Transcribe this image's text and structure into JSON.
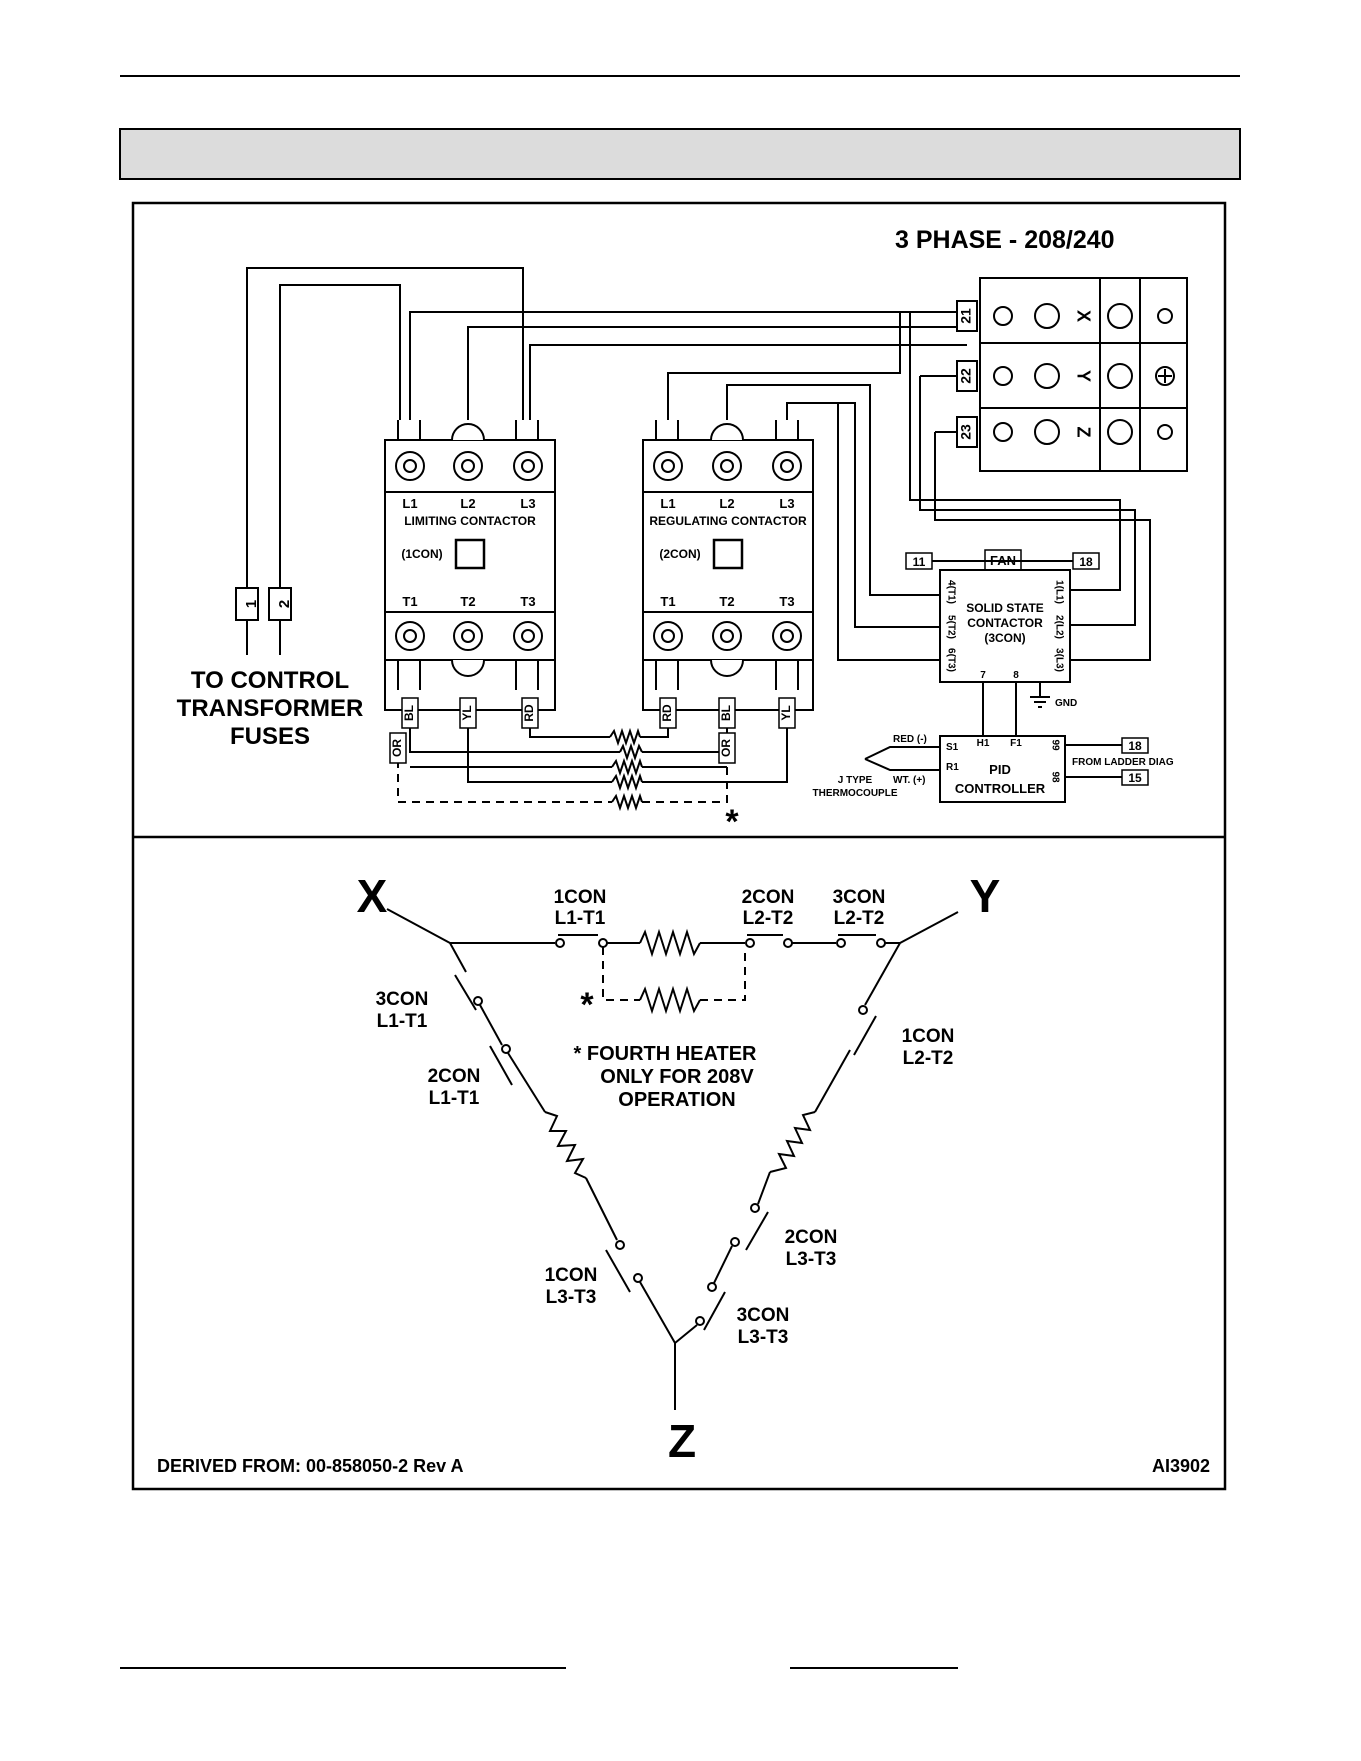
{
  "header_band": {
    "fill": "#dcdcdc"
  },
  "top_diagram": {
    "title": "3 PHASE - 208/240",
    "left_note": [
      "TO CONTROL",
      "TRANSFORMER",
      "FUSES"
    ],
    "control_terminals": [
      "1",
      "2"
    ],
    "limiting_contactor": {
      "name": "LIMITING CONTACTOR",
      "tag": "(1CON)",
      "line": [
        "L1",
        "L2",
        "L3"
      ],
      "load": [
        "T1",
        "T2",
        "T3"
      ]
    },
    "regulating_contactor": {
      "name": "REGULATING CONTACTOR",
      "tag": "(2CON)",
      "line": [
        "L1",
        "L2",
        "L3"
      ],
      "load": [
        "T1",
        "T2",
        "T3"
      ]
    },
    "wire_colors_left": [
      "OR",
      "BL",
      "YL",
      "RD"
    ],
    "wire_colors_right": [
      "RD",
      "BL",
      "OR",
      "YL"
    ],
    "terminal_block": {
      "terminals": [
        "21",
        "22",
        "23"
      ],
      "phases": [
        "X",
        "Y",
        "Z"
      ]
    },
    "fan": {
      "label": "FAN",
      "left_terminal": "11",
      "right_terminal": "18"
    },
    "ssr": {
      "title": [
        "SOLID STATE",
        "CONTACTOR",
        "(3CON)"
      ],
      "left_pins": [
        "4(T1)",
        "5(T2)",
        "6(T3)"
      ],
      "right_pins": [
        "1(L1)",
        "2(L2)",
        "3(L3)"
      ],
      "bottom_pins": [
        "7",
        "8"
      ],
      "gnd": "GND"
    },
    "pid": {
      "title": [
        "PID",
        "CONTROLLER"
      ],
      "pins": [
        "S1",
        "R1",
        "H1",
        "F1",
        "99",
        "98"
      ],
      "terminals": [
        "18",
        "15"
      ],
      "from_note": "FROM LADDER DIAG"
    },
    "thermocouple": {
      "red": "RED (-)",
      "white": "WT. (+)",
      "label": [
        "J TYPE",
        "THERMOCOUPLE"
      ]
    },
    "asterisk": "*"
  },
  "bottom_diagram": {
    "nodes": {
      "x": "X",
      "y": "Y",
      "z": "Z"
    },
    "top_labels": [
      [
        "1CON",
        "L1-T1"
      ],
      [
        "2CON",
        "L2-T2"
      ],
      [
        "3CON",
        "L2-T2"
      ]
    ],
    "left_labels": [
      [
        "3CON",
        "L1-T1"
      ],
      [
        "2CON",
        "L1-T1"
      ],
      [
        "1CON",
        "L3-T3"
      ]
    ],
    "right_labels": [
      [
        "1CON",
        "L2-T2"
      ],
      [
        "2CON",
        "L3-T3"
      ],
      [
        "3CON",
        "L3-T3"
      ]
    ],
    "note": [
      "* FOURTH HEATER",
      "ONLY FOR 208V",
      "OPERATION"
    ],
    "asterisk": "*"
  },
  "footer": {
    "derived_from": "DERIVED FROM: 00-858050-2 Rev A",
    "drawing_id": "AI3902"
  }
}
